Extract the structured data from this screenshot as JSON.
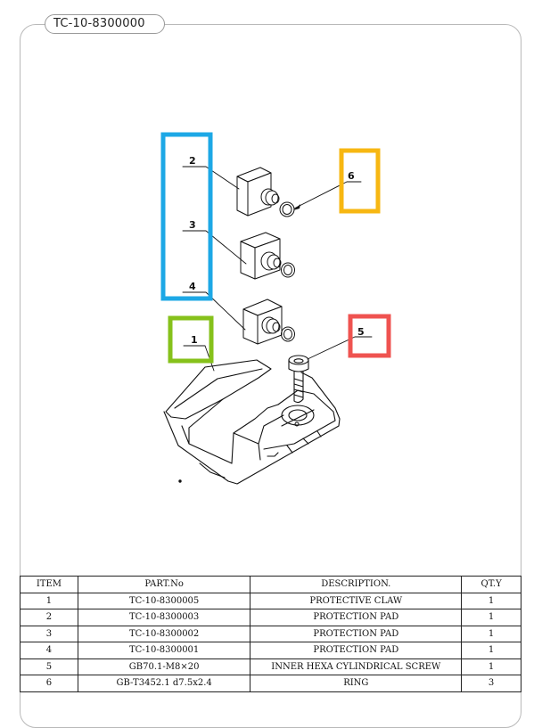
{
  "document": {
    "code": "TC-10-8300000"
  },
  "callouts": [
    "1",
    "2",
    "3",
    "4",
    "5",
    "6"
  ],
  "highlight_colors": {
    "blue": "#1da8e6",
    "yellow": "#f7b712",
    "green": "#86c11b",
    "red": "#ef5350"
  },
  "table": {
    "headers": [
      "ITEM",
      "PART.No",
      "DESCRIPTION.",
      "QT.Y"
    ],
    "rows": [
      {
        "item": "1",
        "part_no": "TC-10-8300005",
        "description": "PROTECTIVE CLAW",
        "qty": "1"
      },
      {
        "item": "2",
        "part_no": "TC-10-8300003",
        "description": "PROTECTION PAD",
        "qty": "1"
      },
      {
        "item": "3",
        "part_no": "TC-10-8300002",
        "description": "PROTECTION PAD",
        "qty": "1"
      },
      {
        "item": "4",
        "part_no": "TC-10-8300001",
        "description": "PROTECTION PAD",
        "qty": "1"
      },
      {
        "item": "5",
        "part_no": "GB70.1-M8×20",
        "description": "INNER HEXA CYLINDRICAL SCREW",
        "qty": "1"
      },
      {
        "item": "6",
        "part_no": "GB-T3452.1 d7.5x2.4",
        "description": "RING",
        "qty": "3"
      }
    ]
  }
}
